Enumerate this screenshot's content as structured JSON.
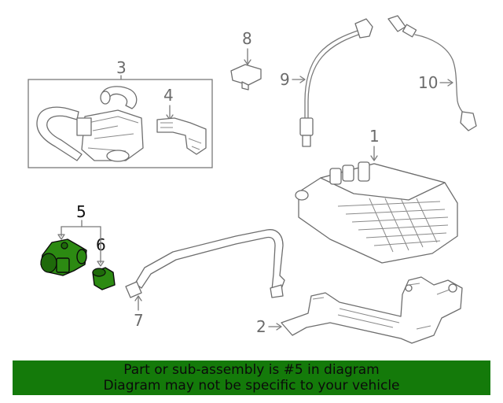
{
  "callouts": {
    "c1": "1",
    "c2": "2",
    "c3": "3",
    "c4": "4",
    "c5": "5",
    "c6": "6",
    "c7": "7",
    "c8": "8",
    "c9": "9",
    "c10": "10"
  },
  "highlight_color": "#147a0a",
  "footer": {
    "line1": "Part or sub-assembly is #5 in diagram",
    "line2": "Diagram may not be specific to your vehicle"
  }
}
